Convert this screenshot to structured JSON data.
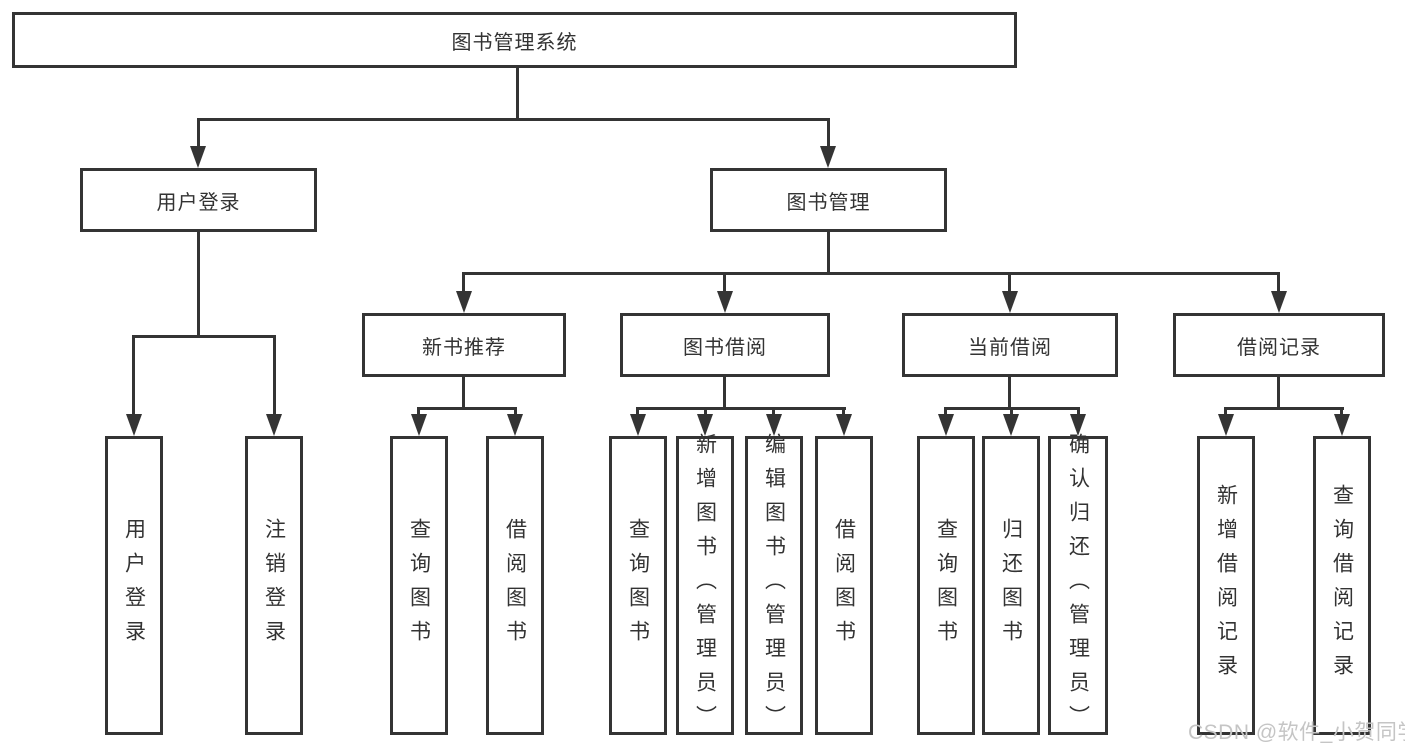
{
  "diagram_type": "hierarchy-tree",
  "colors": {
    "line": "#343434",
    "box_fill": "#ffffff",
    "text": "#333333",
    "watermark": "#c5c5c5"
  },
  "tree": {
    "label": "图书管理系统",
    "children": [
      {
        "label": "用户登录",
        "children": [
          {
            "label": "用户登录"
          },
          {
            "label": "注销登录"
          }
        ]
      },
      {
        "label": "图书管理",
        "children": [
          {
            "label": "新书推荐",
            "children": [
              {
                "label": "查询图书"
              },
              {
                "label": "借阅图书"
              }
            ]
          },
          {
            "label": "图书借阅",
            "children": [
              {
                "label": "查询图书"
              },
              {
                "label": "新增图书（管理员）"
              },
              {
                "label": "编辑图书（管理员）"
              },
              {
                "label": "借阅图书"
              }
            ]
          },
          {
            "label": "当前借阅",
            "children": [
              {
                "label": "查询图书"
              },
              {
                "label": "归还图书"
              },
              {
                "label": "确认归还（管理员）"
              }
            ]
          },
          {
            "label": "借阅记录",
            "children": [
              {
                "label": "新增借阅记录"
              },
              {
                "label": "查询借阅记录"
              }
            ]
          }
        ]
      }
    ]
  },
  "watermark": "CSDN @软件_小贺同学"
}
